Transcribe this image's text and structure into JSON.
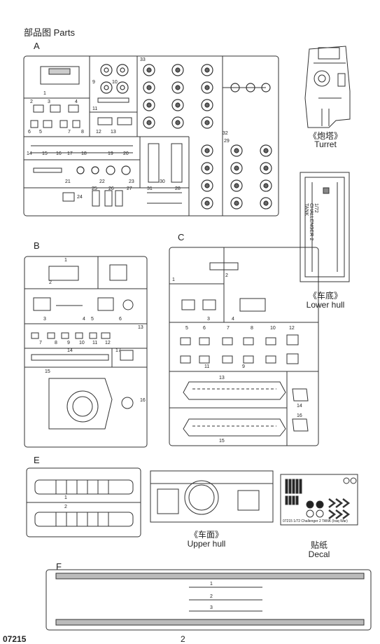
{
  "header": {
    "title": "部品图 Parts"
  },
  "sprues": [
    {
      "letter": "A"
    },
    {
      "letter": "B"
    },
    {
      "letter": "C"
    },
    {
      "letter": "E"
    },
    {
      "letter": "F"
    }
  ],
  "captions": {
    "turret_cn": "《炮塔》",
    "turret_en": "Turret",
    "lower_cn": "《车底》",
    "lower_en": "Lower hull",
    "upper_cn": "《车面》",
    "upper_en": "Upper hull",
    "decal_cn": "贴纸",
    "decal_en": "Decal"
  },
  "lower_hull_text": "1/72 CHALLENGER 2 TANK",
  "decal_strip_text": "07215 1/72 Challenger 2 TANK (Iraq War)",
  "footer": {
    "code": "07215",
    "page": "2"
  },
  "part_numbers": {
    "a": [
      "1",
      "2",
      "3",
      "4",
      "5",
      "6",
      "7",
      "8",
      "9",
      "10",
      "11",
      "12",
      "13",
      "14",
      "15",
      "16",
      "17",
      "18",
      "19",
      "20",
      "21",
      "22",
      "23",
      "24",
      "25",
      "26",
      "27",
      "28",
      "29",
      "30",
      "31",
      "32",
      "33"
    ],
    "b": [
      "1",
      "2",
      "3",
      "4",
      "5",
      "6",
      "7",
      "8",
      "9",
      "10",
      "11",
      "12",
      "13",
      "14",
      "15",
      "16",
      "17"
    ],
    "c": [
      "1",
      "2",
      "3",
      "4",
      "5",
      "6",
      "7",
      "8",
      "9",
      "10",
      "11",
      "12",
      "13",
      "14",
      "15",
      "16"
    ],
    "e": [
      "1",
      "2"
    ],
    "f": [
      "1",
      "2",
      "3"
    ]
  }
}
